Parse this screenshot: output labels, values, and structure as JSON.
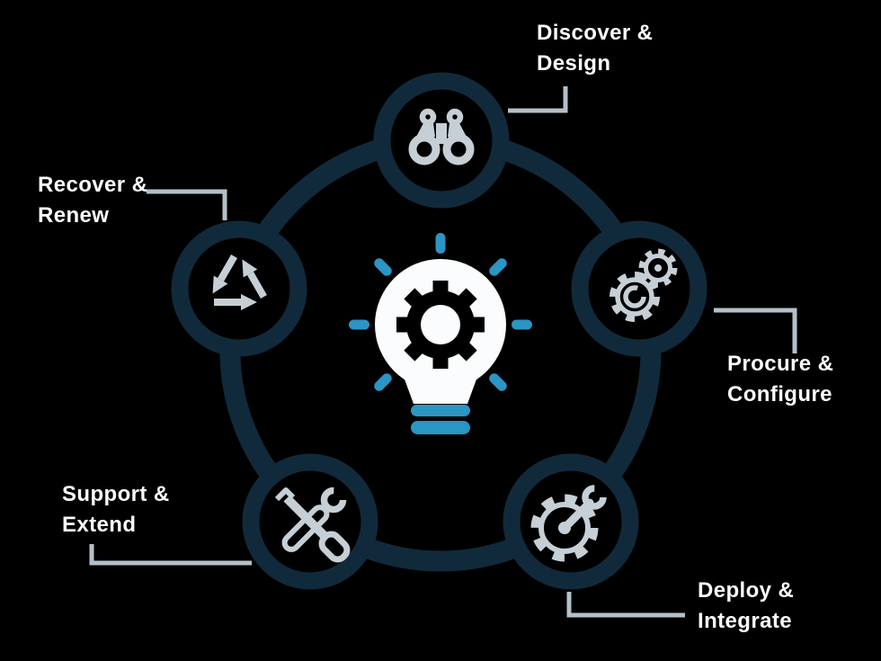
{
  "diagram": {
    "type": "lifecycle-pentagon",
    "colors": {
      "background": "#000000",
      "ring": "#112a3b",
      "icon": "#c6cfd6",
      "connector": "#b4c0c9",
      "label": "#fcfdfe",
      "accent": "#2b95c4",
      "bulb": "#fafcfd"
    },
    "center": {
      "icon": "lightbulb-gear-icon"
    },
    "nodes": [
      {
        "id": "discover-design",
        "position": "top",
        "icon": "binoculars-icon",
        "label_line1": "Discover &",
        "label_line2": "Design"
      },
      {
        "id": "procure-configure",
        "position": "right",
        "icon": "gears-icon",
        "label_line1": "Procure &",
        "label_line2": "Configure"
      },
      {
        "id": "deploy-integrate",
        "position": "bottom-right",
        "icon": "gear-wrench-icon",
        "label_line1": "Deploy &",
        "label_line2": "Integrate"
      },
      {
        "id": "support-extend",
        "position": "bottom-left",
        "icon": "screwdriver-wrench-icon",
        "label_line1": "Support &",
        "label_line2": "Extend"
      },
      {
        "id": "recover-renew",
        "position": "left",
        "icon": "recycle-icon",
        "label_line1": "Recover &",
        "label_line2": "Renew"
      }
    ]
  }
}
